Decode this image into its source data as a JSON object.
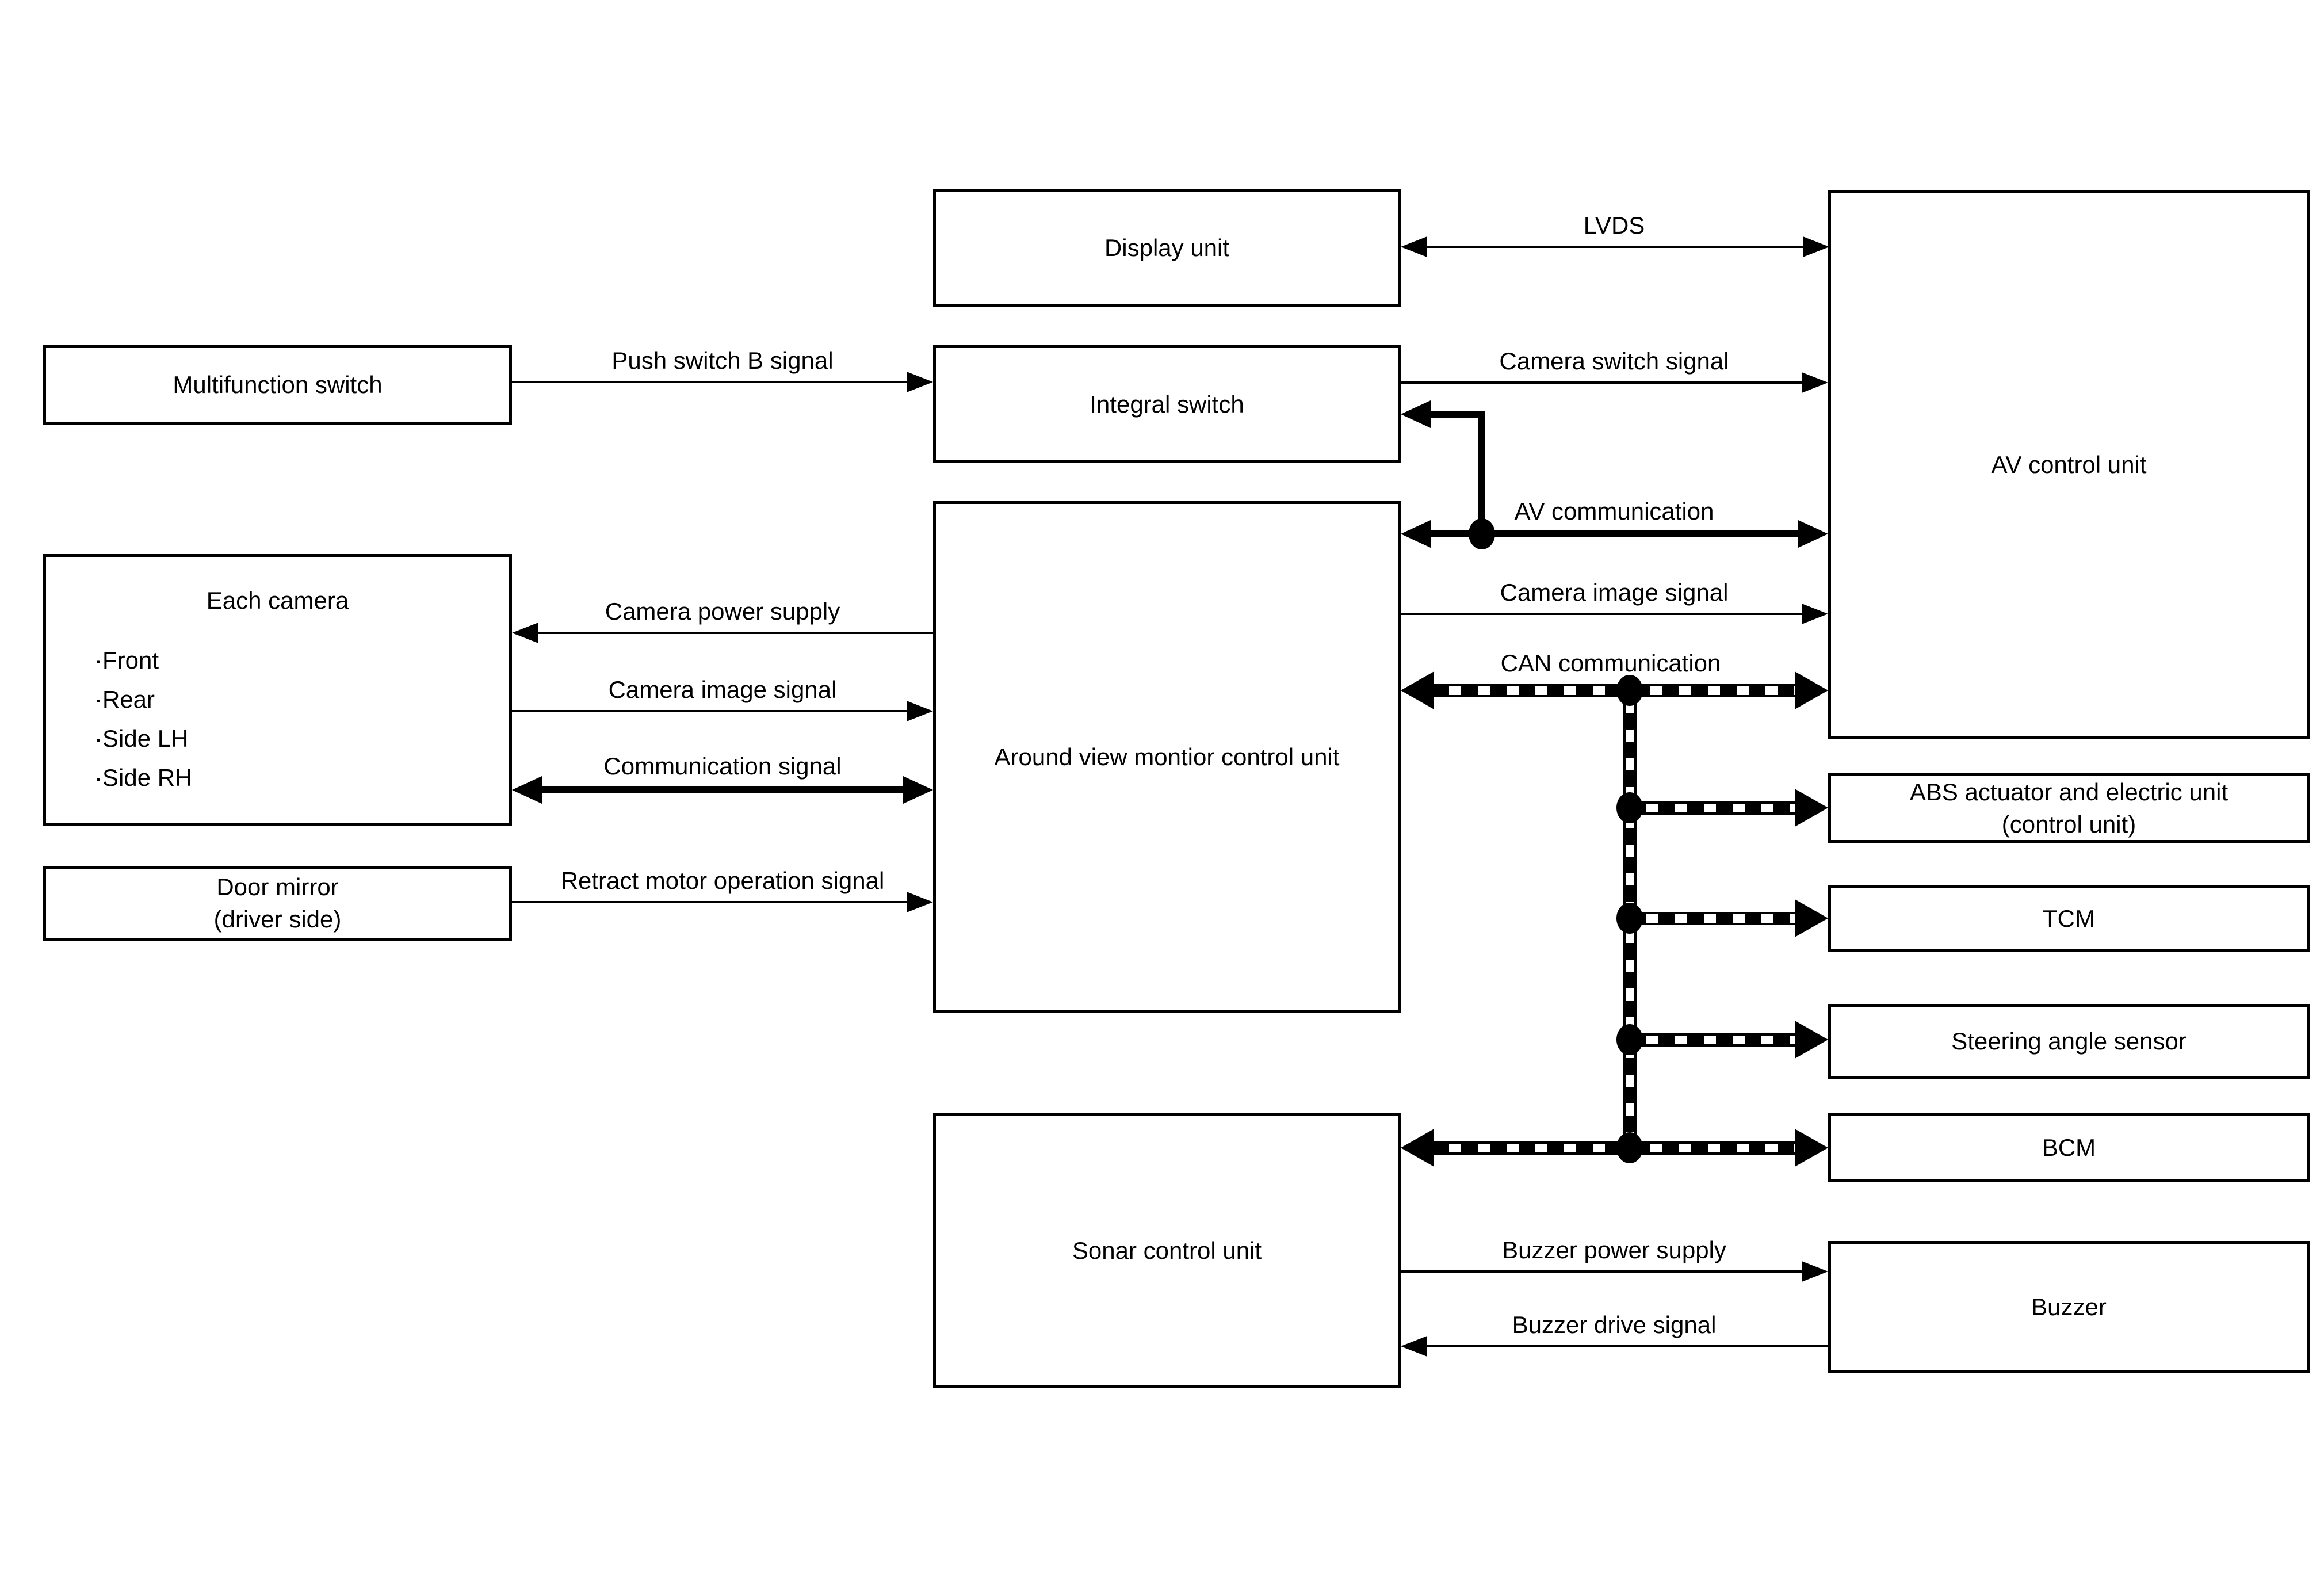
{
  "diagram": {
    "boxes": {
      "display_unit": {
        "label": "Display unit"
      },
      "av_control_unit": {
        "label": "AV control unit"
      },
      "multifunction_switch": {
        "label": "Multifunction switch"
      },
      "integral_switch": {
        "label": "Integral switch"
      },
      "around_view_monitor": {
        "label": "Around view montior control unit"
      },
      "each_camera": {
        "title": "Each camera",
        "items": [
          "·Front",
          "·Rear",
          "·Side LH",
          "·Side RH"
        ]
      },
      "door_mirror": {
        "line1": "Door mirror",
        "line2": "(driver side)"
      },
      "abs_unit": {
        "line1": "ABS actuator and electric unit",
        "line2": "(control unit)"
      },
      "tcm": {
        "label": "TCM"
      },
      "steering_angle_sensor": {
        "label": "Steering angle sensor"
      },
      "bcm": {
        "label": "BCM"
      },
      "sonar_control_unit": {
        "label": "Sonar control unit"
      },
      "buzzer": {
        "label": "Buzzer"
      }
    },
    "signals": {
      "lvds": "LVDS",
      "push_switch_b": "Push switch B signal",
      "camera_switch": "Camera switch signal",
      "av_communication": "AV communication",
      "camera_image_right": "Camera image signal",
      "can_communication": "CAN communication",
      "camera_power": "Camera power supply",
      "camera_image_left": "Camera image signal",
      "communication_signal": "Communication signal",
      "retract_motor": "Retract motor operation signal",
      "buzzer_power": "Buzzer power supply",
      "buzzer_drive": "Buzzer drive signal"
    },
    "colors": {
      "line": "#000000",
      "background": "#ffffff",
      "box_fill": "#ffffff"
    }
  }
}
